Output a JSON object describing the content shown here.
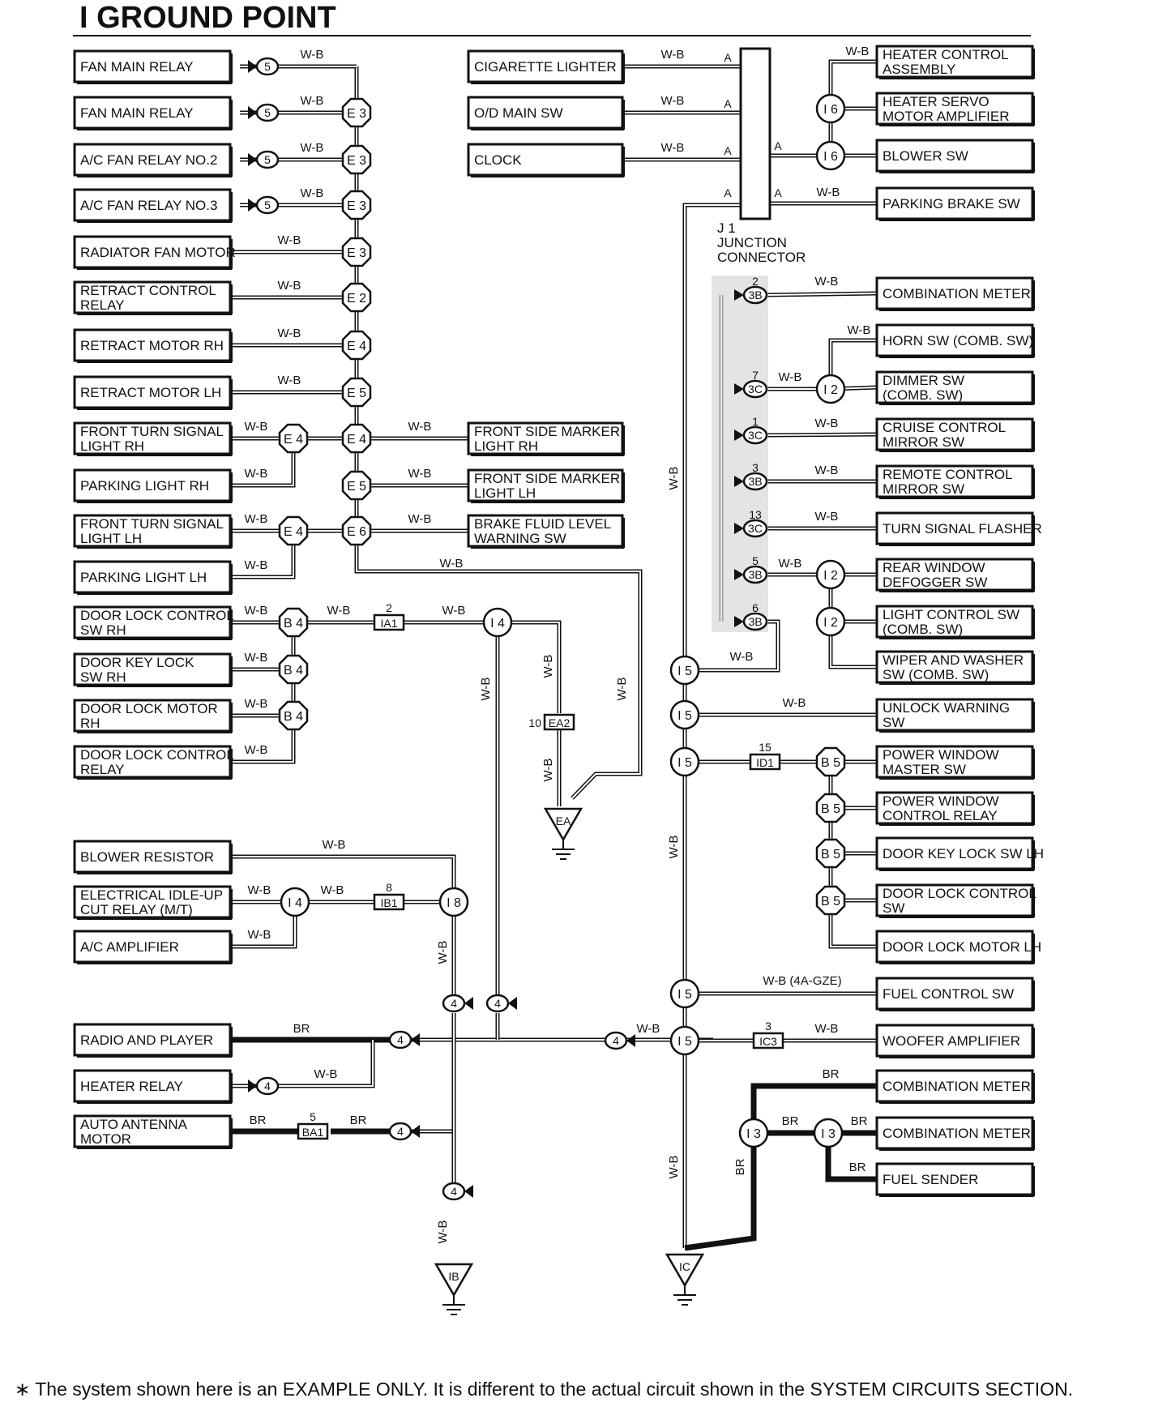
{
  "title": "I  GROUND POINT",
  "footnote": "∗ The system shown here is an EXAMPLE ONLY. It is different to the actual circuit shown in the SYSTEM CIRCUITS SECTION.",
  "wire_codes": {
    "wb": "W-B",
    "br": "BR",
    "wb_4agze": "W-B  (4A-GZE)"
  },
  "junction": {
    "name": "J 1",
    "desc1": "JUNCTION",
    "desc2": "CONNECTOR",
    "pin_a": "A"
  },
  "components_left": [
    [
      "FAN MAIN RELAY"
    ],
    [
      "FAN MAIN RELAY"
    ],
    [
      "A/C FAN RELAY NO.2"
    ],
    [
      "A/C FAN RELAY NO.3"
    ],
    [
      "RADIATOR FAN MOTOR"
    ],
    [
      "RETRACT CONTROL",
      "RELAY"
    ],
    [
      "RETRACT MOTOR RH"
    ],
    [
      "RETRACT MOTOR LH"
    ],
    [
      "FRONT TURN SIGNAL",
      "LIGHT RH"
    ],
    [
      "PARKING LIGHT RH"
    ],
    [
      "FRONT TURN SIGNAL",
      "LIGHT LH"
    ],
    [
      "PARKING LIGHT LH"
    ],
    [
      "DOOR LOCK CONTROL",
      "SW RH"
    ],
    [
      "DOOR KEY LOCK",
      "SW RH"
    ],
    [
      "DOOR LOCK MOTOR",
      "RH"
    ],
    [
      "DOOR LOCK CONTROL",
      "RELAY"
    ],
    [
      "BLOWER RESISTOR"
    ],
    [
      "ELECTRICAL IDLE-UP",
      "CUT RELAY (M/T)"
    ],
    [
      "A/C AMPLIFIER"
    ],
    [
      "RADIO AND PLAYER"
    ],
    [
      "HEATER RELAY"
    ],
    [
      "AUTO ANTENNA",
      "MOTOR"
    ]
  ],
  "components_middle": [
    [
      "CIGARETTE LIGHTER"
    ],
    [
      "O/D MAIN SW"
    ],
    [
      "CLOCK"
    ],
    [
      "FRONT SIDE MARKER",
      "LIGHT RH"
    ],
    [
      "FRONT SIDE MARKER",
      "LIGHT LH"
    ],
    [
      "BRAKE FLUID LEVEL",
      "WARNING SW"
    ]
  ],
  "components_right": [
    [
      "HEATER CONTROL",
      "ASSEMBLY"
    ],
    [
      "HEATER SERVO",
      "MOTOR AMPLIFIER"
    ],
    [
      "BLOWER SW"
    ],
    [
      "PARKING BRAKE SW"
    ],
    [
      "COMBINATION METER"
    ],
    [
      "HORN SW (COMB. SW)"
    ],
    [
      "DIMMER SW",
      "(COMB. SW)"
    ],
    [
      "CRUISE CONTROL",
      "MIRROR SW"
    ],
    [
      "REMOTE CONTROL",
      "MIRROR SW"
    ],
    [
      "TURN SIGNAL FLASHER"
    ],
    [
      "REAR WINDOW",
      "DEFOGGER SW"
    ],
    [
      "LIGHT CONTROL SW",
      "(COMB. SW)"
    ],
    [
      "WIPER AND WASHER",
      "SW (COMB. SW)"
    ],
    [
      "UNLOCK WARNING",
      "SW"
    ],
    [
      "POWER WINDOW",
      "MASTER SW"
    ],
    [
      "POWER WINDOW",
      "CONTROL RELAY"
    ],
    [
      "DOOR KEY LOCK SW LH"
    ],
    [
      "DOOR LOCK CONTROL",
      "SW"
    ],
    [
      "DOOR LOCK MOTOR LH"
    ],
    [
      "FUEL CONTROL SW"
    ],
    [
      "WOOFER AMPLIFIER"
    ],
    [
      "COMBINATION METER"
    ],
    [
      "COMBINATION METER"
    ],
    [
      "FUEL SENDER"
    ]
  ],
  "splices": {
    "e2": "E 2",
    "e3": "E 3",
    "e4": "E 4",
    "e5": "E 5",
    "e6": "E 6",
    "b4": "B 4",
    "b5": "B 5",
    "i2": "I 2",
    "i3": "I 3",
    "i4": "I 4",
    "i5": "I 5",
    "i6": "I 6",
    "i8": "I 8"
  },
  "connectors": {
    "ia1": "IA1",
    "ia1_pin": "2",
    "ea2": "EA2",
    "ea2_pin": "10",
    "id1": "ID1",
    "id1_pin": "15",
    "ib1": "IB1",
    "ib1_pin": "8",
    "ic3": "IC3",
    "ic3_pin": "3",
    "ba1": "BA1",
    "ba1_pin": "5"
  },
  "pin_nums": {
    "p5": "5",
    "p4": "4"
  },
  "j1_pins": [
    {
      "num": "2",
      "code": "3B"
    },
    {
      "num": "7",
      "code": "3C"
    },
    {
      "num": "1",
      "code": "3C"
    },
    {
      "num": "3",
      "code": "3B"
    },
    {
      "num": "13",
      "code": "3C"
    },
    {
      "num": "5",
      "code": "3B"
    },
    {
      "num": "6",
      "code": "3B"
    }
  ],
  "grounds": {
    "ea": "EA",
    "ib": "IB",
    "ic": "IC"
  }
}
